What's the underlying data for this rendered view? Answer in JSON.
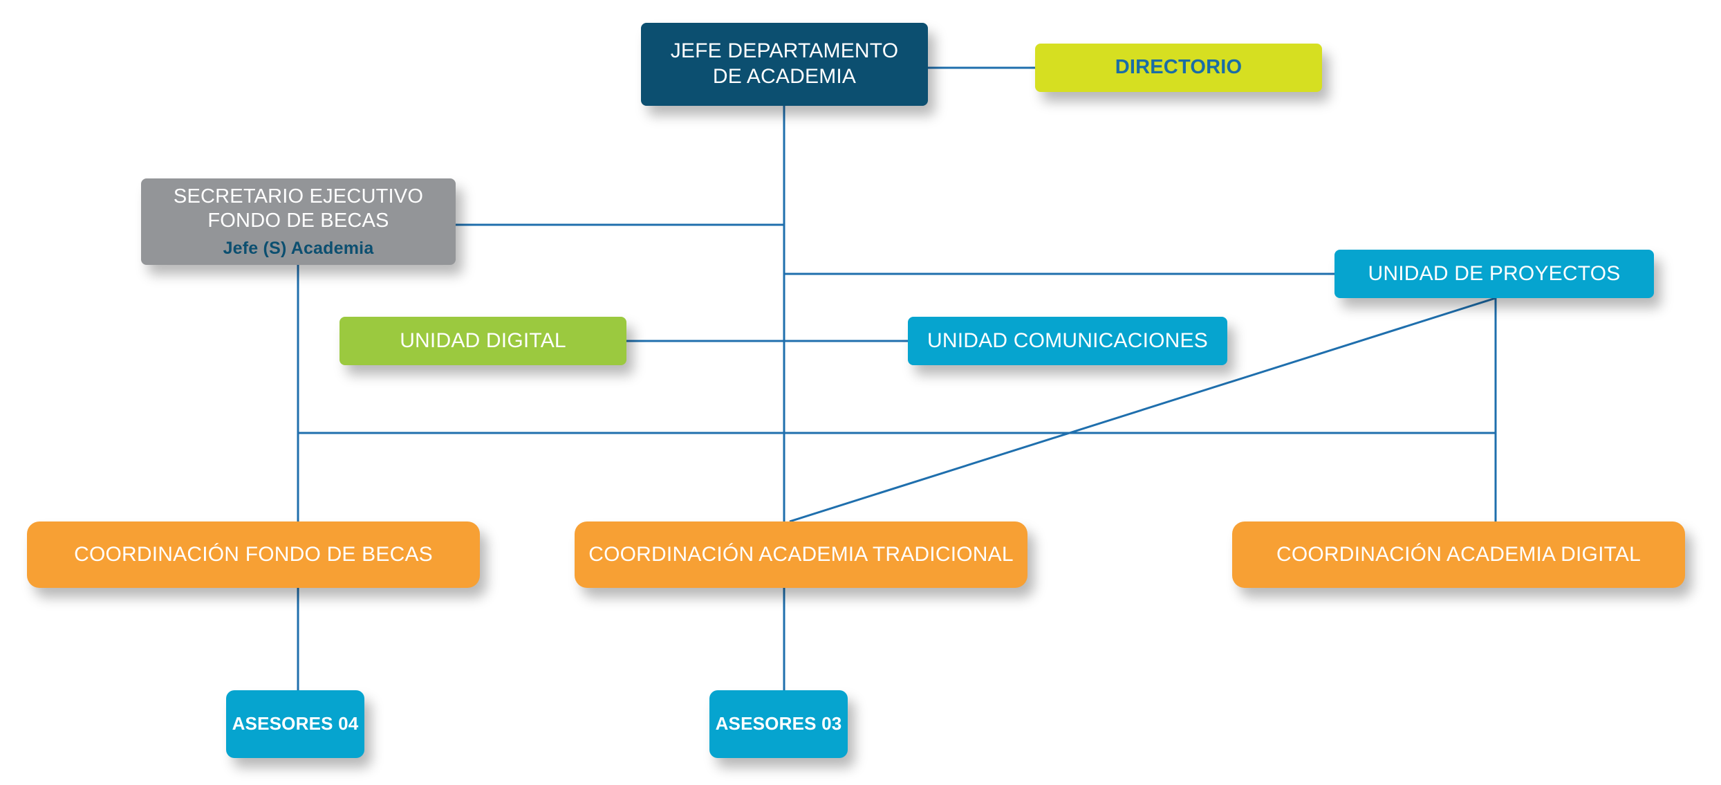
{
  "org_chart": {
    "head": {
      "line1": "JEFE DEPARTAMENTO",
      "line2": "DE ACADEMIA"
    },
    "directorio": "DIRECTORIO",
    "secretario": {
      "line1": "SECRETARIO EJECUTIVO",
      "line2": "FONDO DE BECAS",
      "subtitle": "Jefe (S) Academia"
    },
    "unidad_proyectos": "UNIDAD DE PROYECTOS",
    "unidad_digital": "UNIDAD DIGITAL",
    "unidad_comunicaciones": "UNIDAD COMUNICACIONES",
    "coordinaciones": [
      "COORDINACIÓN FONDO DE BECAS",
      "COORDINACIÓN ACADEMIA TRADICIONAL",
      "COORDINACIÓN ACADEMIA DIGITAL"
    ],
    "asesores": [
      "ASESORES 04",
      "ASESORES 03"
    ]
  },
  "colors": {
    "connector": "#1f6fad",
    "head_box": "#0c4f70",
    "directorio_box": "#d6df21",
    "secretario_box": "#939598",
    "unit_blue": "#06a4cf",
    "unit_green": "#9bc93f",
    "coordination_orange": "#f7a034"
  }
}
